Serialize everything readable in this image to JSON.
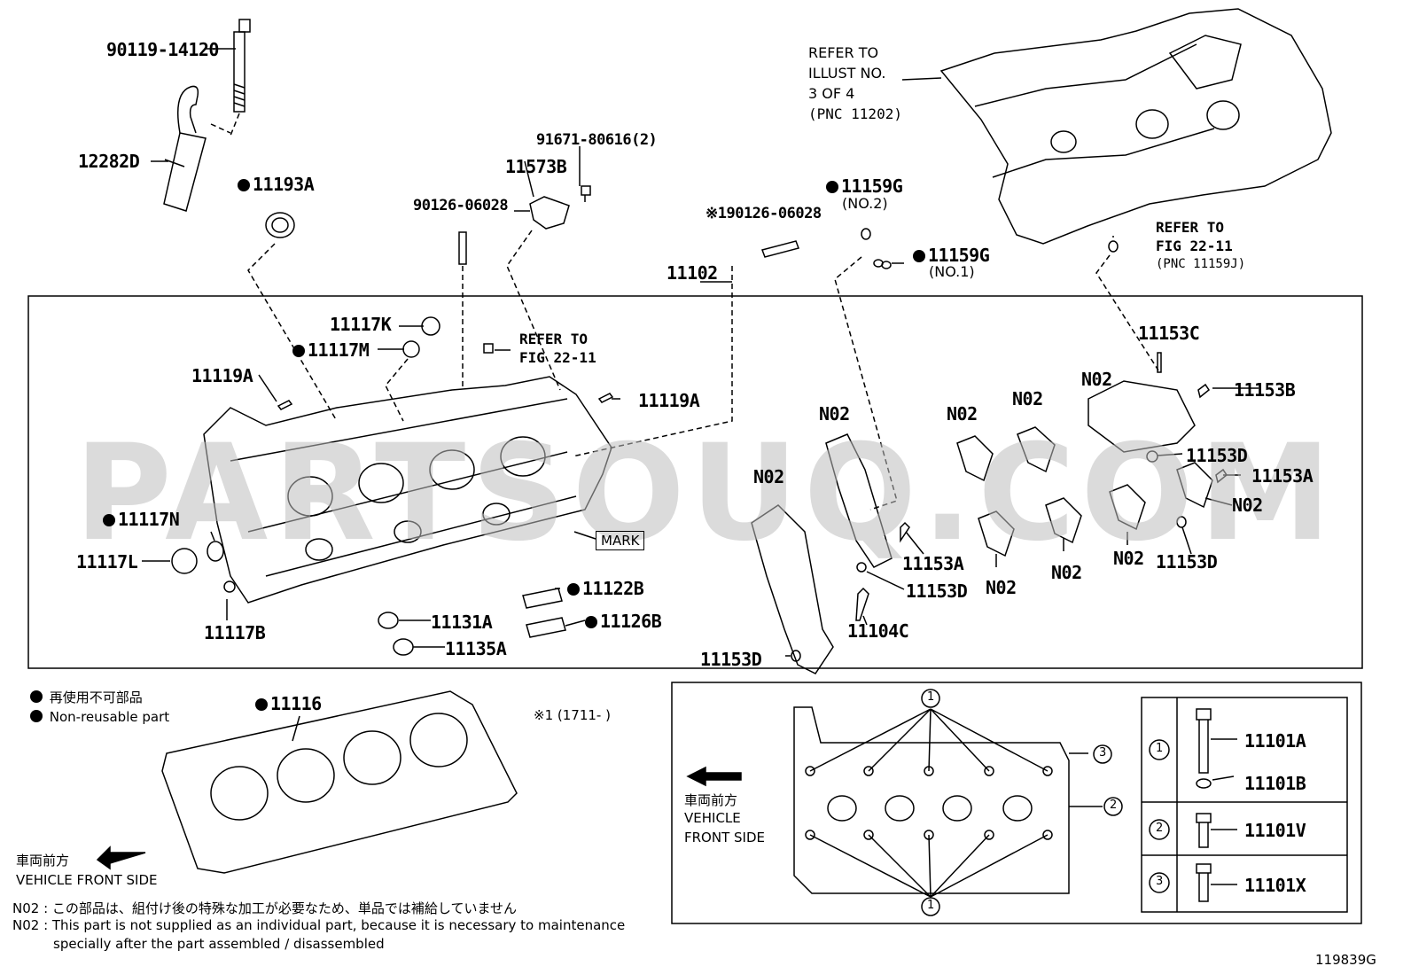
{
  "watermark": "PARTSOUQ.COM",
  "figure_id": "119839G",
  "refer_notes": {
    "illust": [
      "REFER TO",
      "ILLUST NO.",
      "3 OF 4",
      "(PNC 11202)"
    ],
    "fig_upper": [
      "REFER TO",
      "FIG 22-11",
      "(PNC 11159J)"
    ],
    "fig_lower": [
      "REFER TO",
      "FIG 22-11"
    ]
  },
  "parts": {
    "p90119": "90119-14120",
    "p12282D": "12282D",
    "p11193A": "11193A",
    "p91671": "91671-80616(2)",
    "p11573B": "11573B",
    "p90126": "90126-06028",
    "p190126": "※190126-06028",
    "p11159G_a": "11159G",
    "p11159G_a_sub": "(NO.2)",
    "p11159G_b": "11159G",
    "p11159G_b_sub": "(NO.1)",
    "p11102": "11102",
    "p11117K": "11117K",
    "p11117M": "11117M",
    "p11119A_l": "11119A",
    "p11119A_r": "11119A",
    "p11153C": "11153C",
    "p11153B": "11153B",
    "p11153D_1": "11153D",
    "p11153A_1": "11153A",
    "p11153D_2": "11153D",
    "p11153A_2": "11153A",
    "p11153D_3": "11153D",
    "p11153D_4": "11153D",
    "p11104C": "11104C",
    "p11117N": "11117N",
    "p11117L": "11117L",
    "p11117B": "11117B",
    "p11122B": "11122B",
    "p11126B": "11126B",
    "p11131A": "11131A",
    "p11135A": "11135A",
    "p11116": "11116",
    "mark": "MARK",
    "n02": "N02"
  },
  "legend": {
    "nonreusable_jp": "再使用不可部品",
    "nonreusable_en": "Non-reusable part",
    "footnote1": "※1 (1711-      )"
  },
  "front": {
    "jp": "車両前方",
    "en": "VEHICLE FRONT SIDE",
    "en1": "VEHICLE",
    "en2": "FRONT SIDE"
  },
  "bolt_table": [
    {
      "num": "1",
      "parts": [
        "11101A",
        "11101B"
      ]
    },
    {
      "num": "2",
      "parts": [
        "11101V"
      ]
    },
    {
      "num": "3",
      "parts": [
        "11101X"
      ]
    }
  ],
  "callouts": {
    "c1": "1",
    "c2": "2",
    "c3": "3"
  },
  "footer": {
    "jp": "N02 : この部品は、組付け後の特殊な加工が必要なため、単品では補給していません",
    "en1": "N02 : This part is not supplied as an individual part, because it is necessary to maintenance",
    "en2": "specially after the part assembled / disassembled"
  }
}
